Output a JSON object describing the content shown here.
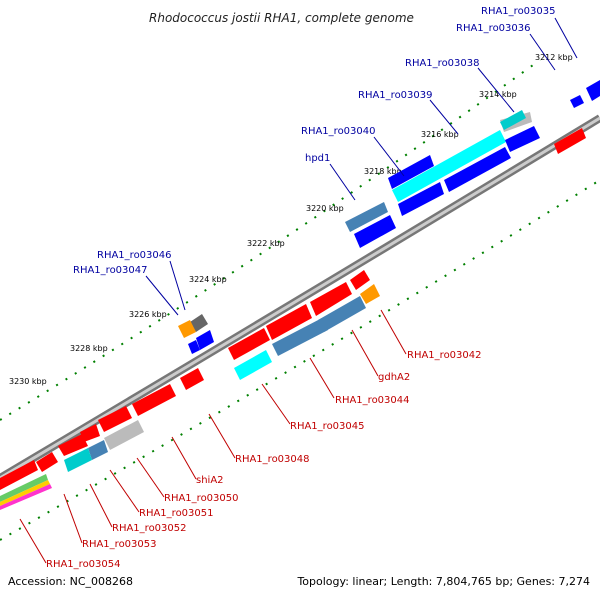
{
  "title": "Rhodococcus jostii RHA1, complete genome",
  "footer": {
    "accession": "Accession: NC_008268",
    "summary": "Topology: linear; Length: 7,804,765 bp; Genes: 7,274"
  },
  "ticks": [
    "3212 kbp",
    "3214 kbp",
    "3216 kbp",
    "3218 kbp",
    "3220 kbp",
    "3222 kbp",
    "3224 kbp",
    "3226 kbp",
    "3228 kbp",
    "3230 kbp"
  ],
  "genes_top": [
    "RHA1_ro03035",
    "RHA1_ro03036",
    "RHA1_ro03038",
    "RHA1_ro03039",
    "RHA1_ro03040",
    "hpd1",
    "RHA1_ro03046",
    "RHA1_ro03047"
  ],
  "genes_bottom": [
    "RHA1_ro03042",
    "gdhA2",
    "RHA1_ro03044",
    "RHA1_ro03045",
    "RHA1_ro03048",
    "shiA2",
    "RHA1_ro03050",
    "RHA1_ro03051",
    "RHA1_ro03052",
    "RHA1_ro03053",
    "RHA1_ro03054"
  ],
  "colors": {
    "forward": "#ff0000",
    "reverse": "#0000ff",
    "cyan": "#00ffff",
    "steel": "#4682b4",
    "gray": "#bbbbbb",
    "dark_gray": "#666666",
    "orange": "#ff9900",
    "backbone": "#999999",
    "tick": "#008000"
  }
}
